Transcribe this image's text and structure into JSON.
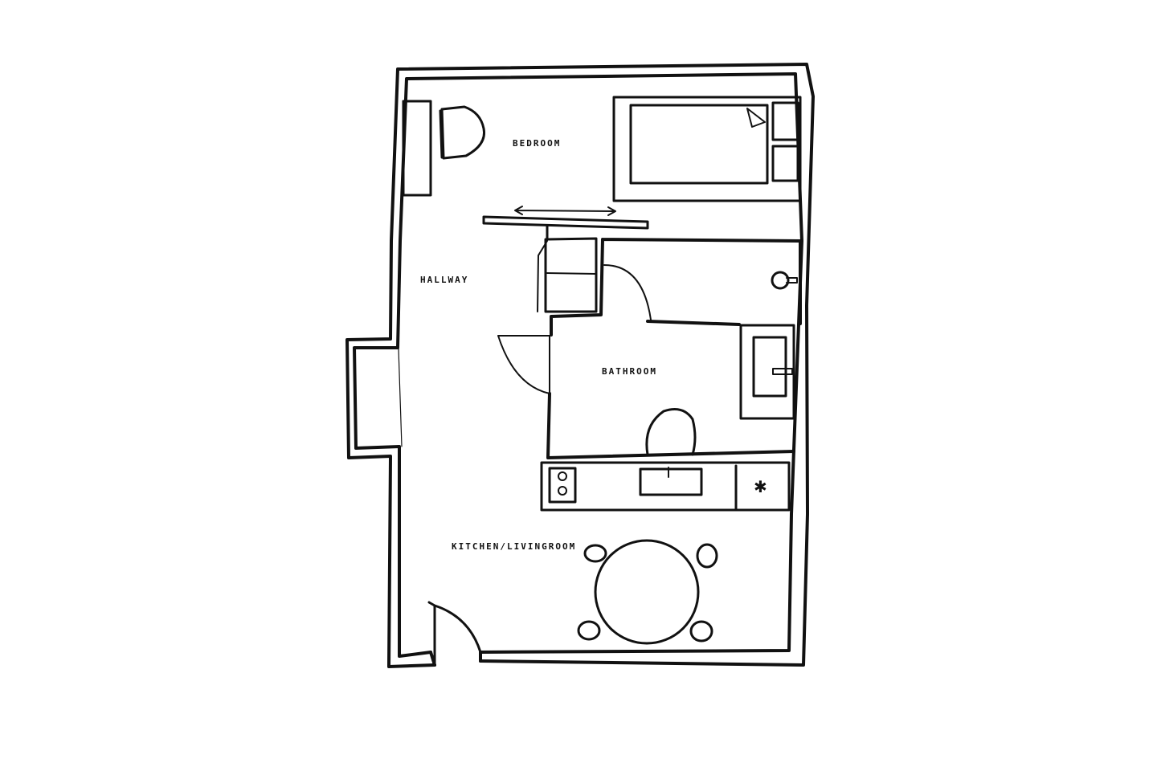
{
  "plan": {
    "rooms": {
      "bedroom": "BEDROOM",
      "hallway": "HALLWAY",
      "bathroom": "BATHROOM",
      "kitchen_living": "KITCHEN/LIVINGROOM"
    }
  },
  "colors": {
    "line": "#111111",
    "background": "#ffffff"
  }
}
